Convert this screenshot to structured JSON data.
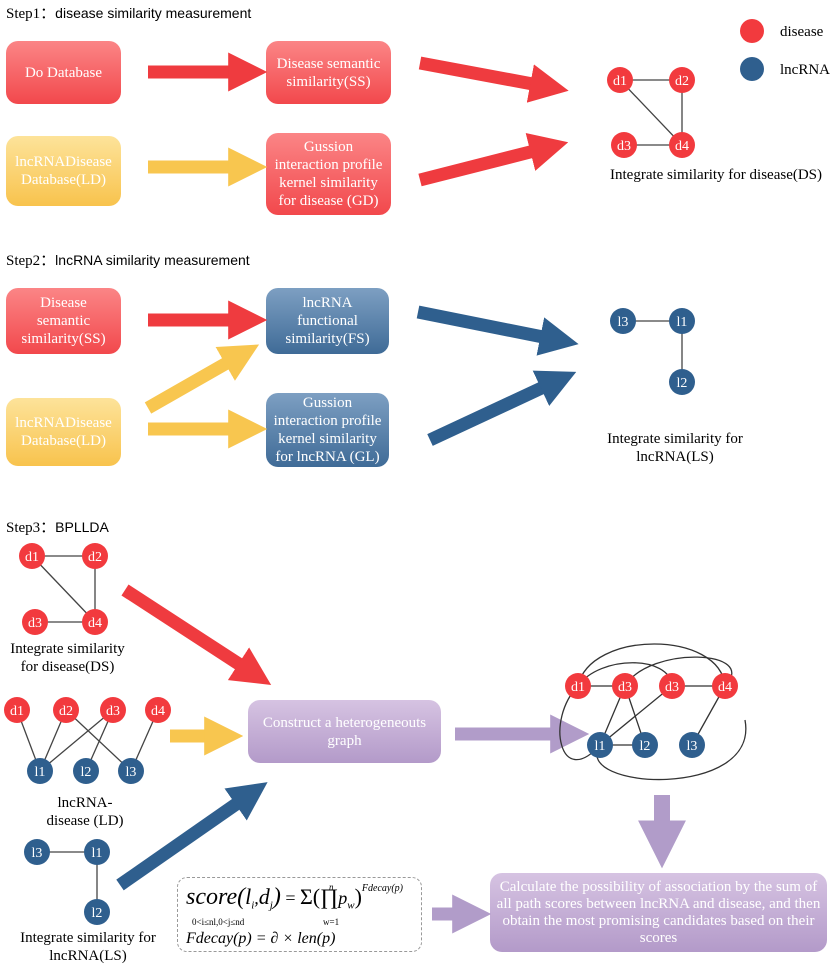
{
  "steps": {
    "step1": {
      "prefix": "Step1：",
      "title": "disease similarity measurement"
    },
    "step2": {
      "prefix": "Step2：",
      "title": "lncRNA similarity measurement"
    },
    "step3": {
      "prefix": "Step3：",
      "title": "BPLLDA"
    }
  },
  "legend": {
    "disease": "disease",
    "lncrna": "lncRNA",
    "disease_color": "#f23a3e",
    "lncrna_color": "#2f5f8e"
  },
  "boxes": {
    "do_database": "Do Database",
    "disease_ss": "Disease semantic similarity(SS)",
    "lncrnadisease_db": "lncRNADisease Database(LD)",
    "gip_disease": "Gussion interaction profile kernel similarity for disease (GD)",
    "disease_ss_2": "Disease semantic similarity(SS)",
    "lncrnadisease_db_2": "lncRNADisease Database(LD)",
    "lncrna_fs": "lncRNA functional similarity(FS)",
    "gip_lncrna": "Gussion interaction profile kernel similarity for lncRNA (GL)",
    "construct_graph": "Construct a heterogeneouts graph",
    "calculate": "Calculate the possibility of association by the sum of all path scores between lncRNA and disease, and then obtain the most promising candidates based on their scores"
  },
  "captions": {
    "ds_step1": "Integrate similarity for disease(DS)",
    "ls_step2": "Integrate similarity for lncRNA(LS)",
    "ds_step3": "Integrate similarity for disease(DS)",
    "ld_step3": "lncRNA-disease (LD)",
    "ls_step3": "Integrate similarity for lncRNA(LS)"
  },
  "nodes": {
    "d1": "d1",
    "d2": "d2",
    "d3": "d3",
    "d4": "d4",
    "l1": "l1",
    "l2": "l2",
    "l3": "l3"
  },
  "formula": {
    "score_word": "score",
    "score_args": "l",
    "score_args2": "d",
    "sub_range": "0<i≤nl,0<j≤nd",
    "sum_top": "n",
    "sum_bottom": "w=1",
    "exponent": "Fdecay(p)",
    "line2": "Fdecay(p) = ∂ × len(p)"
  },
  "colors": {
    "red_arrow": "#ef3b3f",
    "yellow_arrow": "#f8c64f",
    "blue_arrow": "#2f5f8e",
    "purple_arrow": "#b19cc9"
  }
}
